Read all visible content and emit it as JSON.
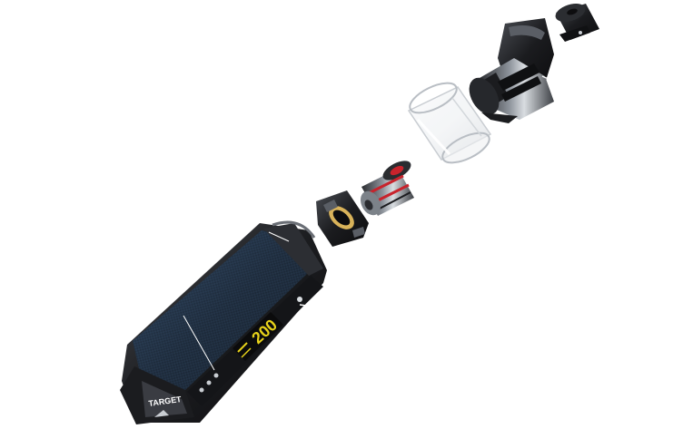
{
  "image": {
    "subject": "exploded-view-vape-kit",
    "background_color": "#ffffff",
    "colors": {
      "body_black": "#1b1c1f",
      "body_grey": "#3a3c42",
      "fabric_blue": "#1d2a3a",
      "fabric_highlight": "#3c5777",
      "screen_yellow": "#e7d21a",
      "coil_red": "#c8232c",
      "metal_silver": "#b9bec4",
      "glass_edge": "#c9cdd2"
    },
    "components": [
      "drip-tip",
      "top-cap-assembly",
      "glass-tube",
      "coil",
      "base-ring",
      "mod-body"
    ],
    "screen": {
      "brand": "TARGET",
      "reading": "200"
    }
  }
}
